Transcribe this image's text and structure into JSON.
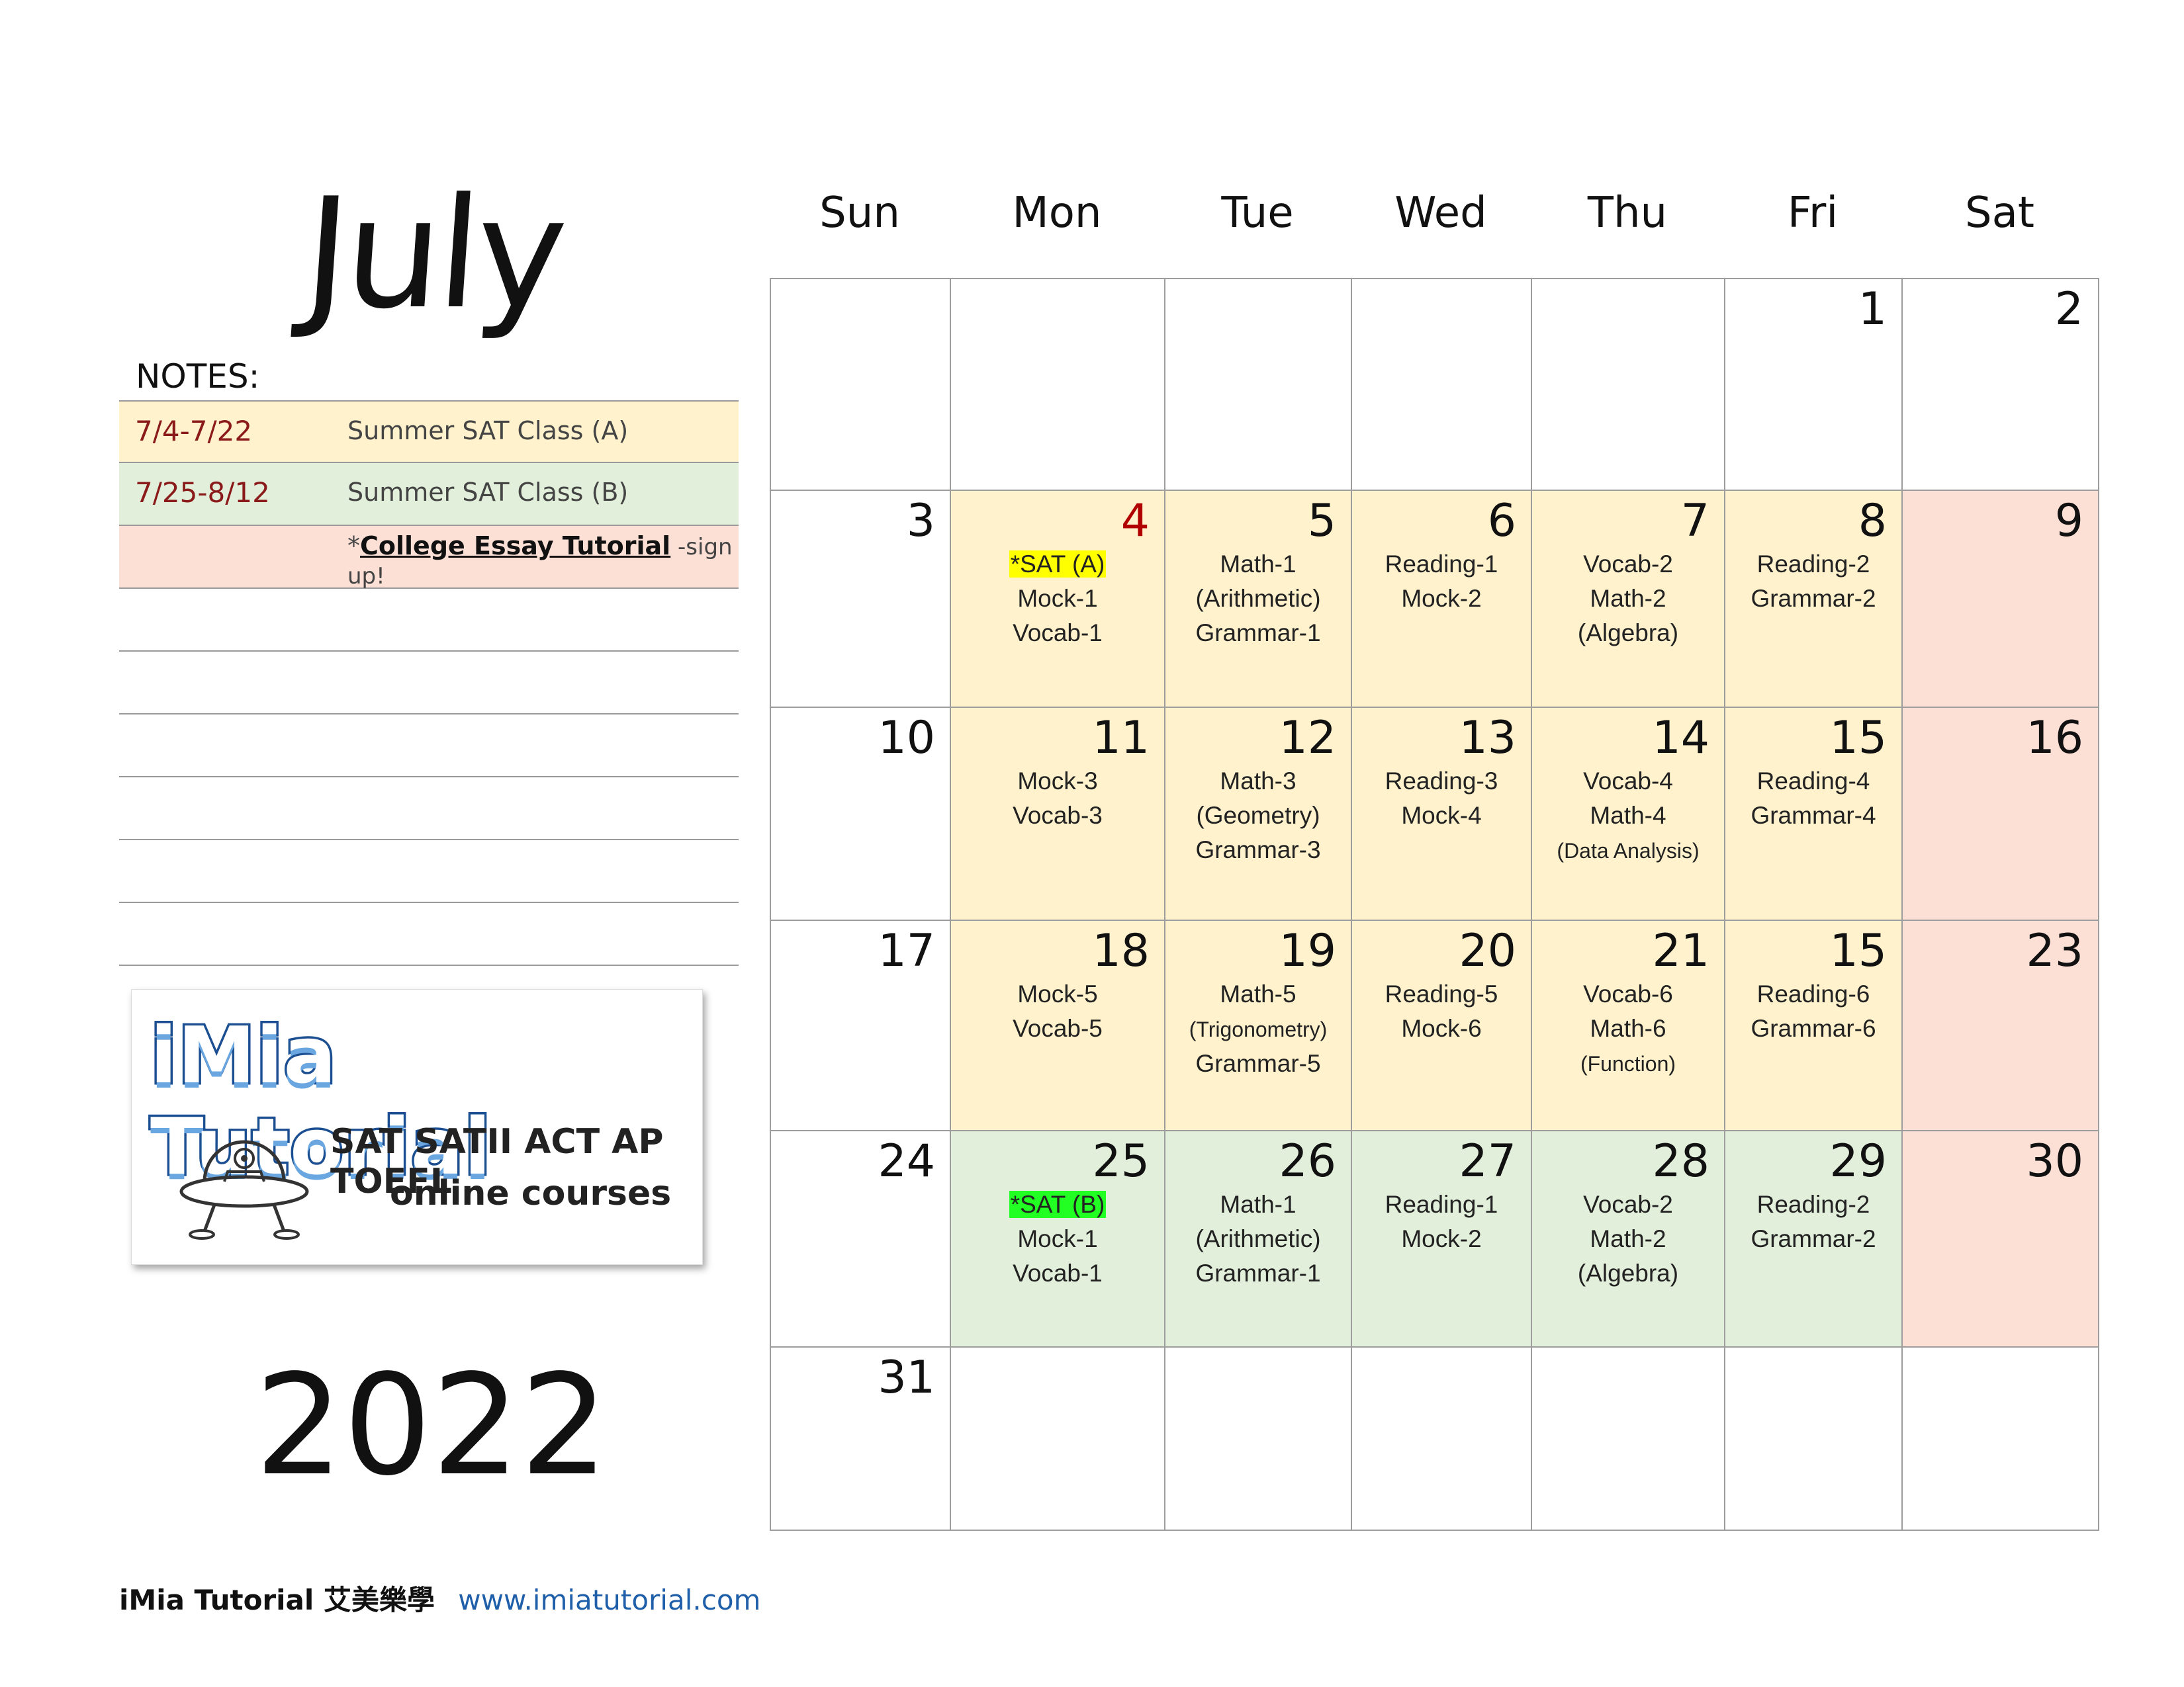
{
  "month": "July",
  "year": "2022",
  "notes_label": "NOTES:",
  "notes": [
    {
      "date": "7/4-7/22",
      "text": "Summer SAT Class (A)",
      "color": "#fff2cc"
    },
    {
      "date": "7/25-8/12",
      "text": "Summer SAT Class (B)",
      "color": "#e2efda"
    },
    {
      "date": "",
      "prefix": "*",
      "link": "College Essay Tutorial",
      "suffix": " -sign up!",
      "color": "#fce0d6"
    }
  ],
  "logo": {
    "title": "iMia Tutorial",
    "line1": "SAT SATII ACT AP TOEFL",
    "line2": "online courses",
    "icon": "ufo-icon"
  },
  "footer": {
    "brand": "iMia Tutorial 艾美樂學",
    "url": "www.imiatutorial.com"
  },
  "weekdays": [
    "Sun",
    "Mon",
    "Tue",
    "Wed",
    "Thu",
    "Fri",
    "Sat"
  ],
  "colors": {
    "class_a": "#fff2cc",
    "class_b": "#e2efda",
    "weekend": "#fce0d6",
    "highlight_a": "#ffff00",
    "highlight_b": "#22ff22"
  },
  "weeks": [
    [
      {
        "day": "",
        "events": []
      },
      {
        "day": "",
        "events": []
      },
      {
        "day": "",
        "events": []
      },
      {
        "day": "",
        "events": []
      },
      {
        "day": "",
        "events": []
      },
      {
        "day": "1",
        "events": []
      },
      {
        "day": "2",
        "events": []
      }
    ],
    [
      {
        "day": "3",
        "events": []
      },
      {
        "day": "4",
        "events": [
          "*SAT (A)",
          "Mock-1",
          "Vocab-1"
        ]
      },
      {
        "day": "5",
        "events": [
          "Math-1",
          "(Arithmetic)",
          "Grammar-1"
        ]
      },
      {
        "day": "6",
        "events": [
          "Reading-1",
          "Mock-2"
        ]
      },
      {
        "day": "7",
        "events": [
          "Vocab-2",
          "Math-2",
          "(Algebra)"
        ]
      },
      {
        "day": "8",
        "events": [
          "Reading-2",
          "Grammar-2"
        ]
      },
      {
        "day": "9",
        "events": []
      }
    ],
    [
      {
        "day": "10",
        "events": []
      },
      {
        "day": "11",
        "events": [
          "Mock-3",
          "Vocab-3"
        ]
      },
      {
        "day": "12",
        "events": [
          "Math-3",
          "(Geometry)",
          "Grammar-3"
        ]
      },
      {
        "day": "13",
        "events": [
          "Reading-3",
          "Mock-4"
        ]
      },
      {
        "day": "14",
        "events": [
          "Vocab-4",
          "Math-4",
          "(Data Analysis)"
        ]
      },
      {
        "day": "15",
        "events": [
          "Reading-4",
          "Grammar-4"
        ]
      },
      {
        "day": "16",
        "events": []
      }
    ],
    [
      {
        "day": "17",
        "events": []
      },
      {
        "day": "18",
        "events": [
          "Mock-5",
          "Vocab-5"
        ]
      },
      {
        "day": "19",
        "events": [
          "Math-5",
          "(Trigonometry)",
          "Grammar-5"
        ]
      },
      {
        "day": "20",
        "events": [
          "Reading-5",
          "Mock-6"
        ]
      },
      {
        "day": "21",
        "events": [
          "Vocab-6",
          "Math-6",
          "(Function)"
        ]
      },
      {
        "day": "15",
        "events": [
          "Reading-6",
          "Grammar-6"
        ]
      },
      {
        "day": "23",
        "events": []
      }
    ],
    [
      {
        "day": "24",
        "events": []
      },
      {
        "day": "25",
        "events": [
          "*SAT (B)",
          "Mock-1",
          "Vocab-1"
        ]
      },
      {
        "day": "26",
        "events": [
          "Math-1",
          "(Arithmetic)",
          "Grammar-1"
        ]
      },
      {
        "day": "27",
        "events": [
          "Reading-1",
          "Mock-2"
        ]
      },
      {
        "day": "28",
        "events": [
          "Vocab-2",
          "Math-2",
          "(Algebra)"
        ]
      },
      {
        "day": "29",
        "events": [
          "Reading-2",
          "Grammar-2"
        ]
      },
      {
        "day": "30",
        "events": []
      }
    ],
    [
      {
        "day": "31",
        "events": []
      },
      {
        "day": "",
        "events": []
      },
      {
        "day": "",
        "events": []
      },
      {
        "day": "",
        "events": []
      },
      {
        "day": "",
        "events": []
      },
      {
        "day": "",
        "events": []
      },
      {
        "day": "",
        "events": []
      }
    ]
  ]
}
